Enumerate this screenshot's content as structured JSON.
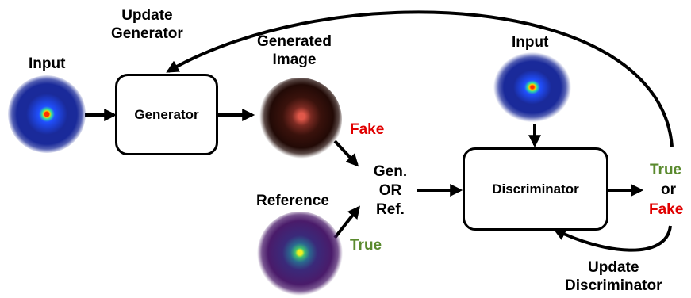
{
  "generator": {
    "input_label": "Input",
    "update_label": "Update\nGenerator",
    "box_label": "Generator",
    "generated_label": "Generated\nImage",
    "fake_label": "Fake"
  },
  "reference": {
    "label": "Reference",
    "true_label": "True"
  },
  "merge_label": "Gen.\nOR\nRef.",
  "discriminator": {
    "input_label": "Input",
    "box_label": "Discriminator",
    "output_true": "True",
    "output_or": "or",
    "output_fake": "Fake",
    "update_label": "Update\nDiscriminator"
  },
  "colors": {
    "true_green": "#5a8a2e",
    "fake_red": "#e00000",
    "input_blue": "#1a2a9a",
    "generated_dark": "#2a0c08",
    "reference_purple": "#4a1b6a"
  }
}
